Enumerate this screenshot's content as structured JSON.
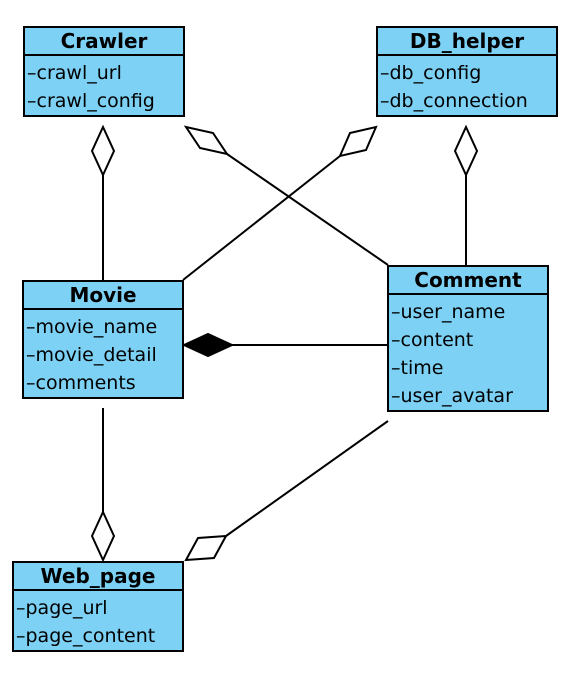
{
  "diagram": {
    "type": "uml-class-diagram",
    "colors": {
      "box_fill": "#7cd1f5",
      "line": "#000000",
      "background": "#ffffff"
    },
    "classes": [
      {
        "id": "crawler",
        "name": "Crawler",
        "attributes": [
          "–crawl_url",
          "–crawl_config"
        ]
      },
      {
        "id": "db_helper",
        "name": "DB_helper",
        "attributes": [
          "–db_config",
          "–db_connection"
        ]
      },
      {
        "id": "movie",
        "name": "Movie",
        "attributes": [
          "–movie_name",
          "–movie_detail",
          "–comments"
        ]
      },
      {
        "id": "comment",
        "name": "Comment",
        "attributes": [
          "–user_name",
          "–content",
          "–time",
          "–user_avatar"
        ]
      },
      {
        "id": "web_page",
        "name": "Web_page",
        "attributes": [
          "–page_url",
          "–page_content"
        ]
      }
    ],
    "relations": [
      {
        "from": "crawler",
        "to": "movie",
        "kind": "aggregation"
      },
      {
        "from": "crawler",
        "to": "comment",
        "kind": "aggregation"
      },
      {
        "from": "db_helper",
        "to": "movie",
        "kind": "aggregation"
      },
      {
        "from": "db_helper",
        "to": "comment",
        "kind": "aggregation"
      },
      {
        "from": "movie",
        "to": "comment",
        "kind": "composition"
      },
      {
        "from": "web_page",
        "to": "movie",
        "kind": "aggregation"
      },
      {
        "from": "web_page",
        "to": "comment",
        "kind": "aggregation"
      }
    ]
  }
}
